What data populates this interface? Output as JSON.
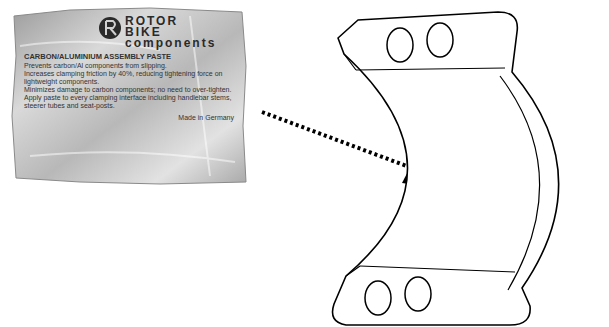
{
  "diagram": {
    "nodes": [
      {
        "text": [
          "ROTOR BIKE components",
          "CARBON/ALUMINIUM ASSEMBLY PASTE",
          "Prevents carbon/Al components from slipping.",
          "Increases clamping friction by 40%, reducing tightening force on lightweight components.",
          "Minimizes damage to carbon components; no need to over-tighten.",
          "Apply paste to every clamping interface including handlebar stems, steerer tubes and seat-posts.",
          "Made in Germany"
        ]
      }
    ]
  }
}
